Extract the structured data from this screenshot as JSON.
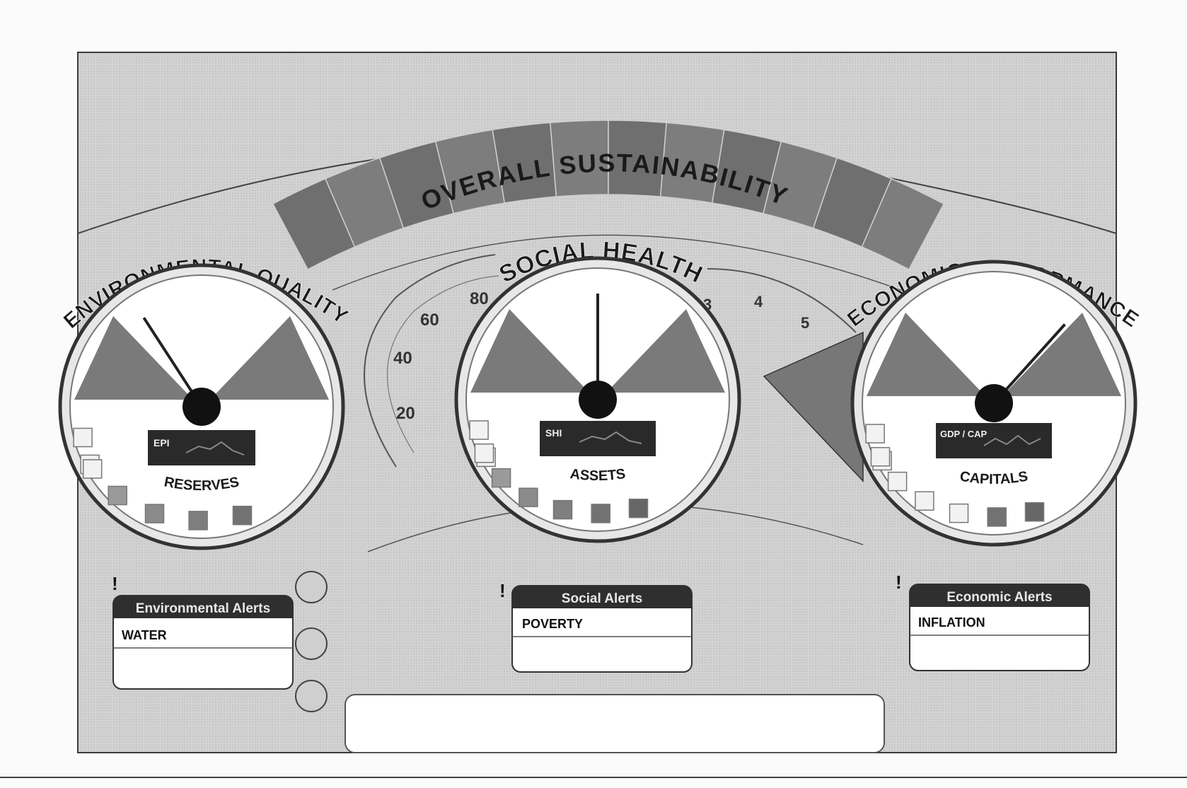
{
  "colors": {
    "paper": "#fbfbfb",
    "panel": "#cfcfcf",
    "panel_dark": "#bdbdbd",
    "arc_band": "#6f6f6f",
    "gauge_sector": "#7a7a7a",
    "hub": "#111111",
    "alert_header": "#2f2f2f",
    "line": "#3a3a3a"
  },
  "overall": {
    "title": "OVERALL SUSTAINABILITY"
  },
  "gauges": [
    {
      "id": "environmental",
      "title": "ENVIRONMENTAL QUALITY",
      "index_label": "EPI",
      "bottom_label": "RESERVES",
      "needle_level": 0.28,
      "squares_filled": [
        0,
        0,
        0,
        1,
        1,
        1,
        1
      ]
    },
    {
      "id": "social",
      "title": "SOCIAL HEALTH",
      "index_label": "SHI",
      "bottom_label": "ASSETS",
      "needle_level": 0.5,
      "squares_filled": [
        0,
        0,
        0,
        1,
        1,
        1,
        1,
        1
      ]
    },
    {
      "id": "economic",
      "title": "ECONOMIC PERFORMANCE",
      "index_label": "GDP / CAP",
      "bottom_label": "CAPITALS",
      "needle_level": 0.78,
      "squares_filled": [
        0,
        0,
        0,
        0,
        0,
        0,
        1,
        1
      ]
    }
  ],
  "speedometer": {
    "ticks": [
      "20",
      "40",
      "60",
      "80"
    ]
  },
  "tachometer": {
    "ticks": [
      "3",
      "4",
      "5"
    ]
  },
  "alerts": [
    {
      "id": "environmental",
      "icon": "!",
      "title": "Environmental Alerts",
      "item": "WATER"
    },
    {
      "id": "social",
      "icon": "!",
      "title": "Social Alerts",
      "item": "POVERTY"
    },
    {
      "id": "economic",
      "icon": "!",
      "title": "Economic Alerts",
      "item": "INFLATION"
    }
  ]
}
